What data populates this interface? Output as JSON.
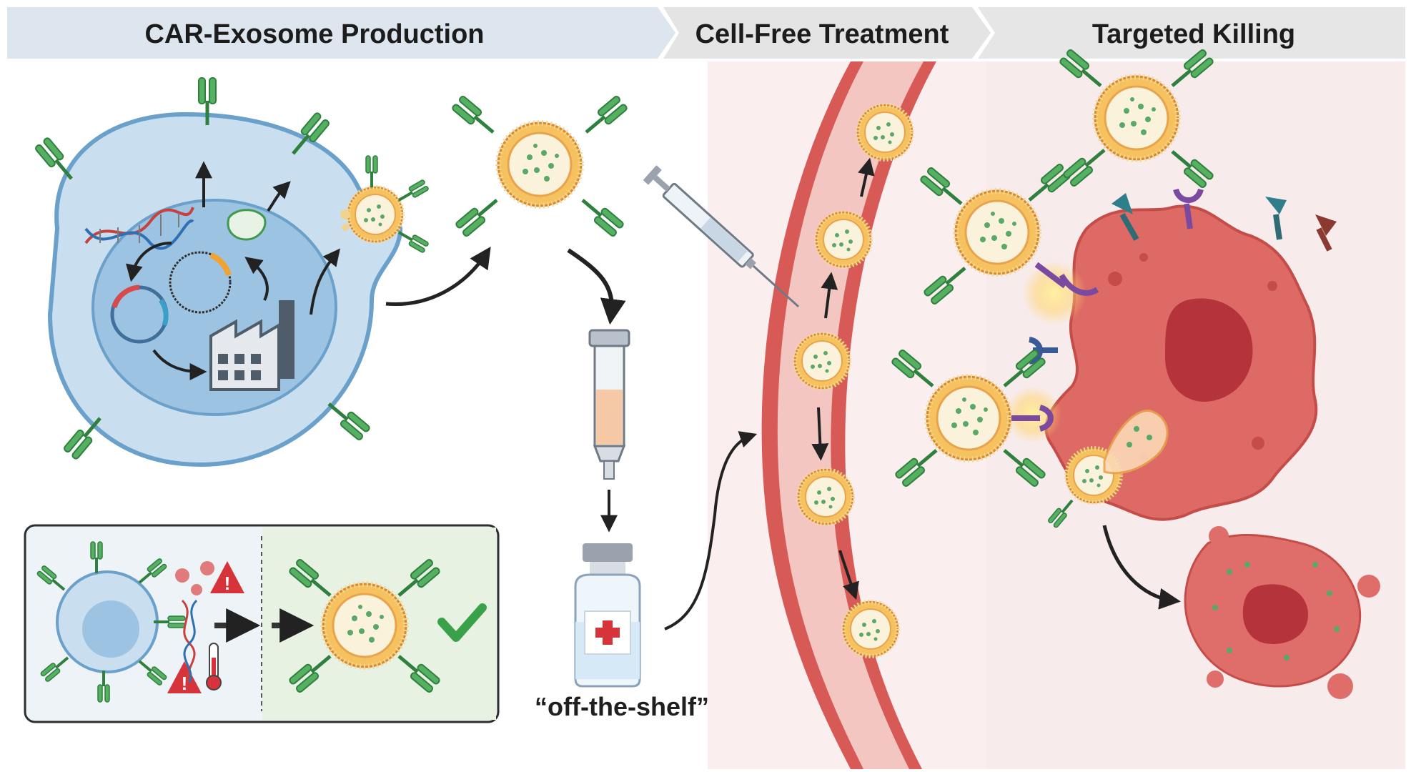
{
  "headers": {
    "production": "CAR-Exosome Production",
    "treatment": "Cell-Free Treatment",
    "killing": "Targeted Killing"
  },
  "labels": {
    "off_the_shelf": "“off-the-shelf”"
  },
  "colors": {
    "header_bg": "#dfe7ef",
    "cell_fill": "#a9cbe6",
    "exosome_ring": "#e8a23b",
    "car_green": "#3f9a4e",
    "vessel_red": "#d85a57",
    "tumor_red": "#de6a66",
    "warning_red": "#d6343a",
    "check_green": "#3aa14b"
  },
  "icons": [
    "dna-icon",
    "plasmid-icon",
    "factory-icon",
    "syringe-icon",
    "filter-column-icon",
    "vial-icon",
    "warning-icon",
    "thermometer-icon",
    "checkmark-icon",
    "blood-cell-icon"
  ]
}
